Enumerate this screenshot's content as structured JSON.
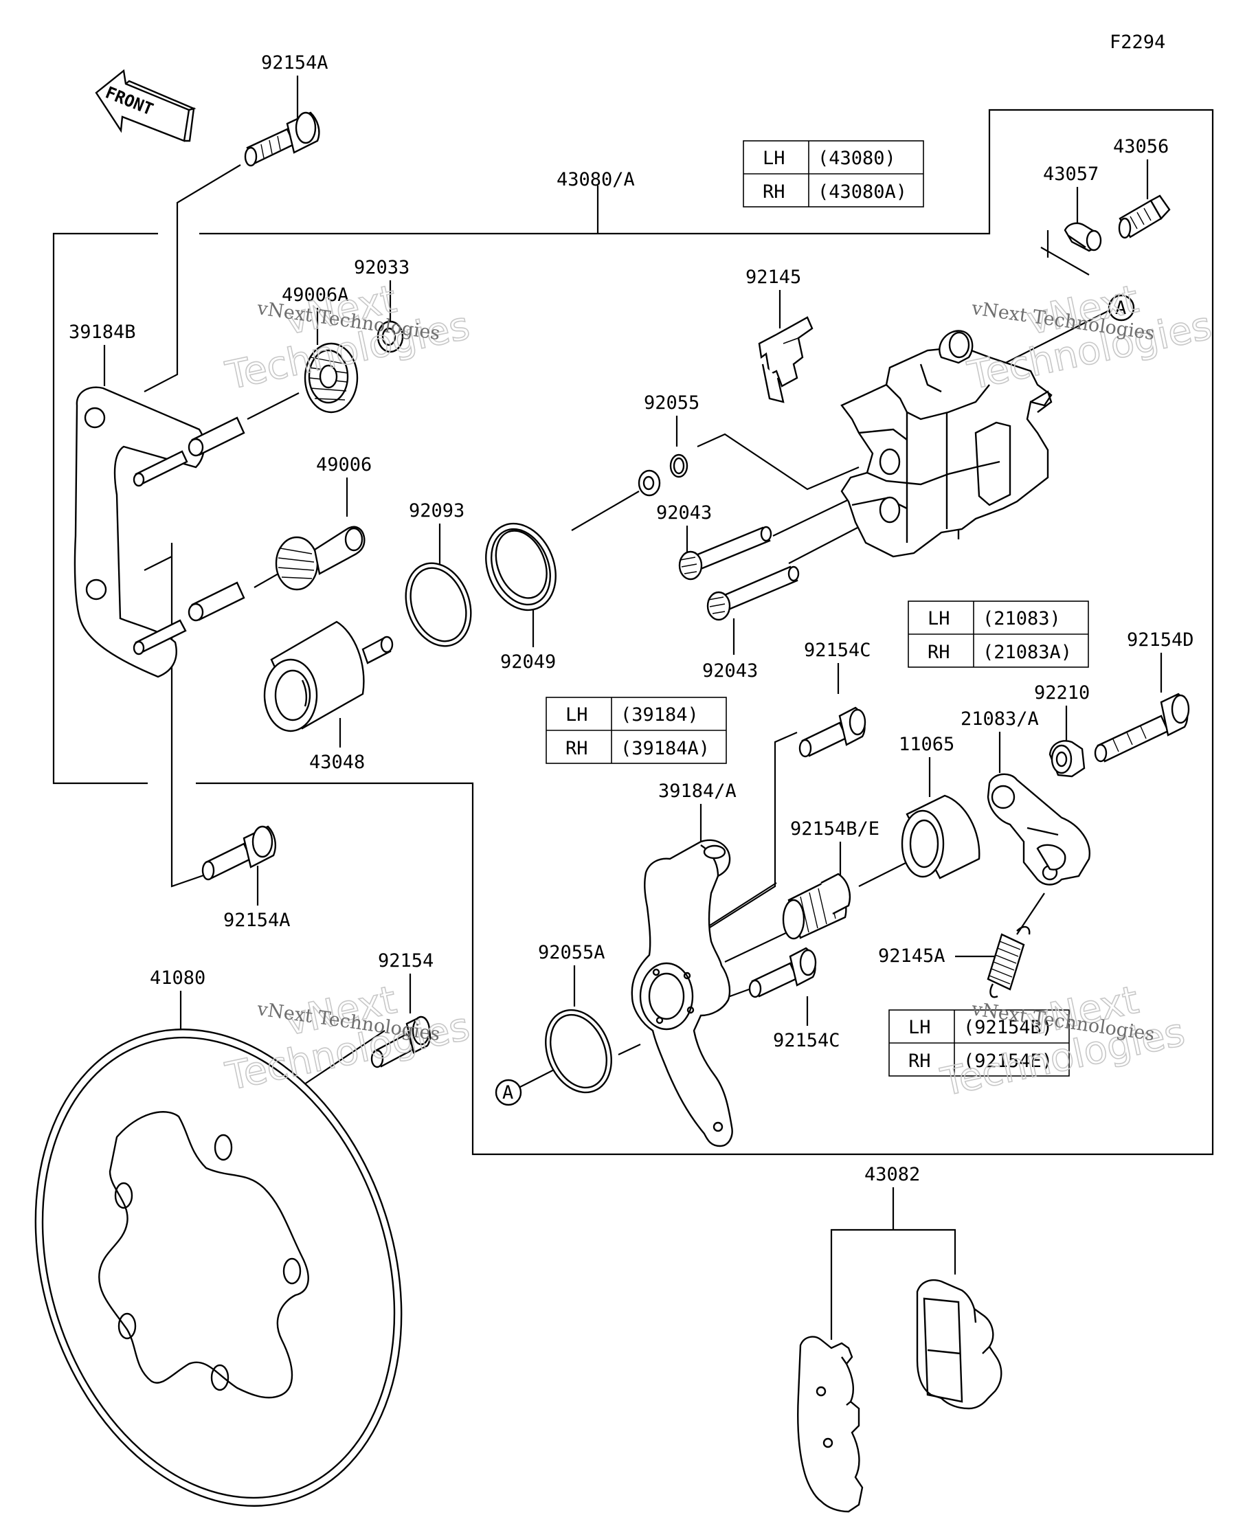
{
  "figure_code": "F2294",
  "front_arrow_text": "FRONT",
  "watermark": {
    "big_line1": "vNext",
    "big_line2": "Technologies",
    "small": "vNext Technologies"
  },
  "callouts": {
    "p92154A_top": "92154A",
    "p43080A": "43080/A",
    "p43057": "43057",
    "p43056": "43056",
    "p92033": "92033",
    "p49006A": "49006A",
    "p39184B": "39184B",
    "p92145": "92145",
    "p92055": "92055",
    "p49006": "49006",
    "p92093": "92093",
    "p92043_a": "92043",
    "p92043_b": "92043",
    "p92049": "92049",
    "p43048": "43048",
    "p92154C_top": "92154C",
    "p92154D": "92154D",
    "p92210": "92210",
    "p21083A": "21083/A",
    "p11065": "11065",
    "p39184A": "39184/A",
    "p92154BE": "92154B/E",
    "p92154A_bottom": "92154A",
    "p92055A": "92055A",
    "p92145A": "92145A",
    "p92154C_bottom": "92154C",
    "p41080": "41080",
    "p92154": "92154",
    "p43082": "43082",
    "ref_a": "A"
  },
  "tables": [
    {
      "rows": [
        {
          "side": "LH",
          "part": "(43080)"
        },
        {
          "side": "RH",
          "part": "(43080A)"
        }
      ]
    },
    {
      "rows": [
        {
          "side": "LH",
          "part": "(21083)"
        },
        {
          "side": "RH",
          "part": "(21083A)"
        }
      ]
    },
    {
      "rows": [
        {
          "side": "LH",
          "part": "(39184)"
        },
        {
          "side": "RH",
          "part": "(39184A)"
        }
      ]
    },
    {
      "rows": [
        {
          "side": "LH",
          "part": "(92154B)"
        },
        {
          "side": "RH",
          "part": "(92154E)"
        }
      ]
    }
  ]
}
